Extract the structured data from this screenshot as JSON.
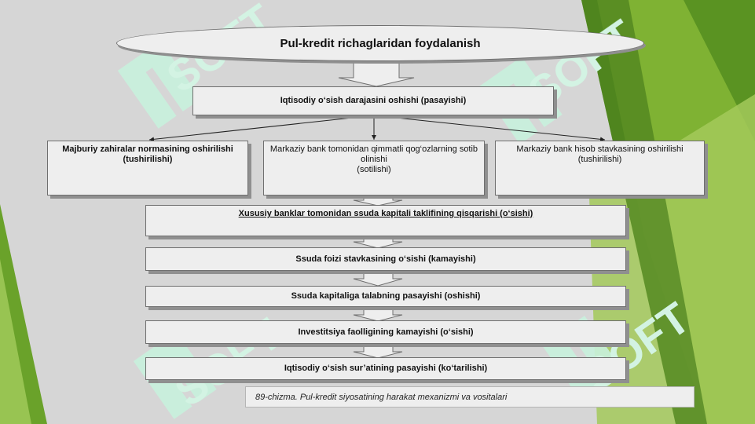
{
  "colors": {
    "background": "#d4d4d4",
    "box_fill": "#eeeeee",
    "box_border": "#6e6e6e",
    "box_shadow": "#8f8f8f",
    "green_dark": "#4f8a1e",
    "green_mid": "#77ac30",
    "green_light": "#a8cf5f",
    "watermark": "#c6f0dc"
  },
  "watermark_text": "SOFT",
  "diagram": {
    "title": "Pul-kredit richaglaridan foydalanish",
    "level1": "Iqtisodiy o‘sish darajasini oshishi (pasayishi)",
    "branches": {
      "left": "Majburiy zahiralar normasining oshirilishi (tushirilishi)",
      "middle_line1": "Markaziy bank tomonidan qimmatli qog‘ozlarning sotib olinishi",
      "middle_line2": "(sotilishi)",
      "right": "Markaziy bank hisob stavkasining oshirilishi (tushirilishi)"
    },
    "chain": [
      "Xususiy banklar tomonidan ssuda kapitali taklifining qisqarishi (o‘sishi)",
      "Ssuda foizi stavkasining o‘sishi (kamayishi)",
      "Ssuda kapitaliga talabning pasayishi (oshishi)",
      "Investitsiya faolligining kamayishi (o‘sishi)",
      "Iqtisodiy o‘sish sur’atining pasayishi (ko‘tarilishi)"
    ],
    "caption": "89-chizma. Pul-kredit siyosatining harakat mexanizmi va vositalari"
  }
}
